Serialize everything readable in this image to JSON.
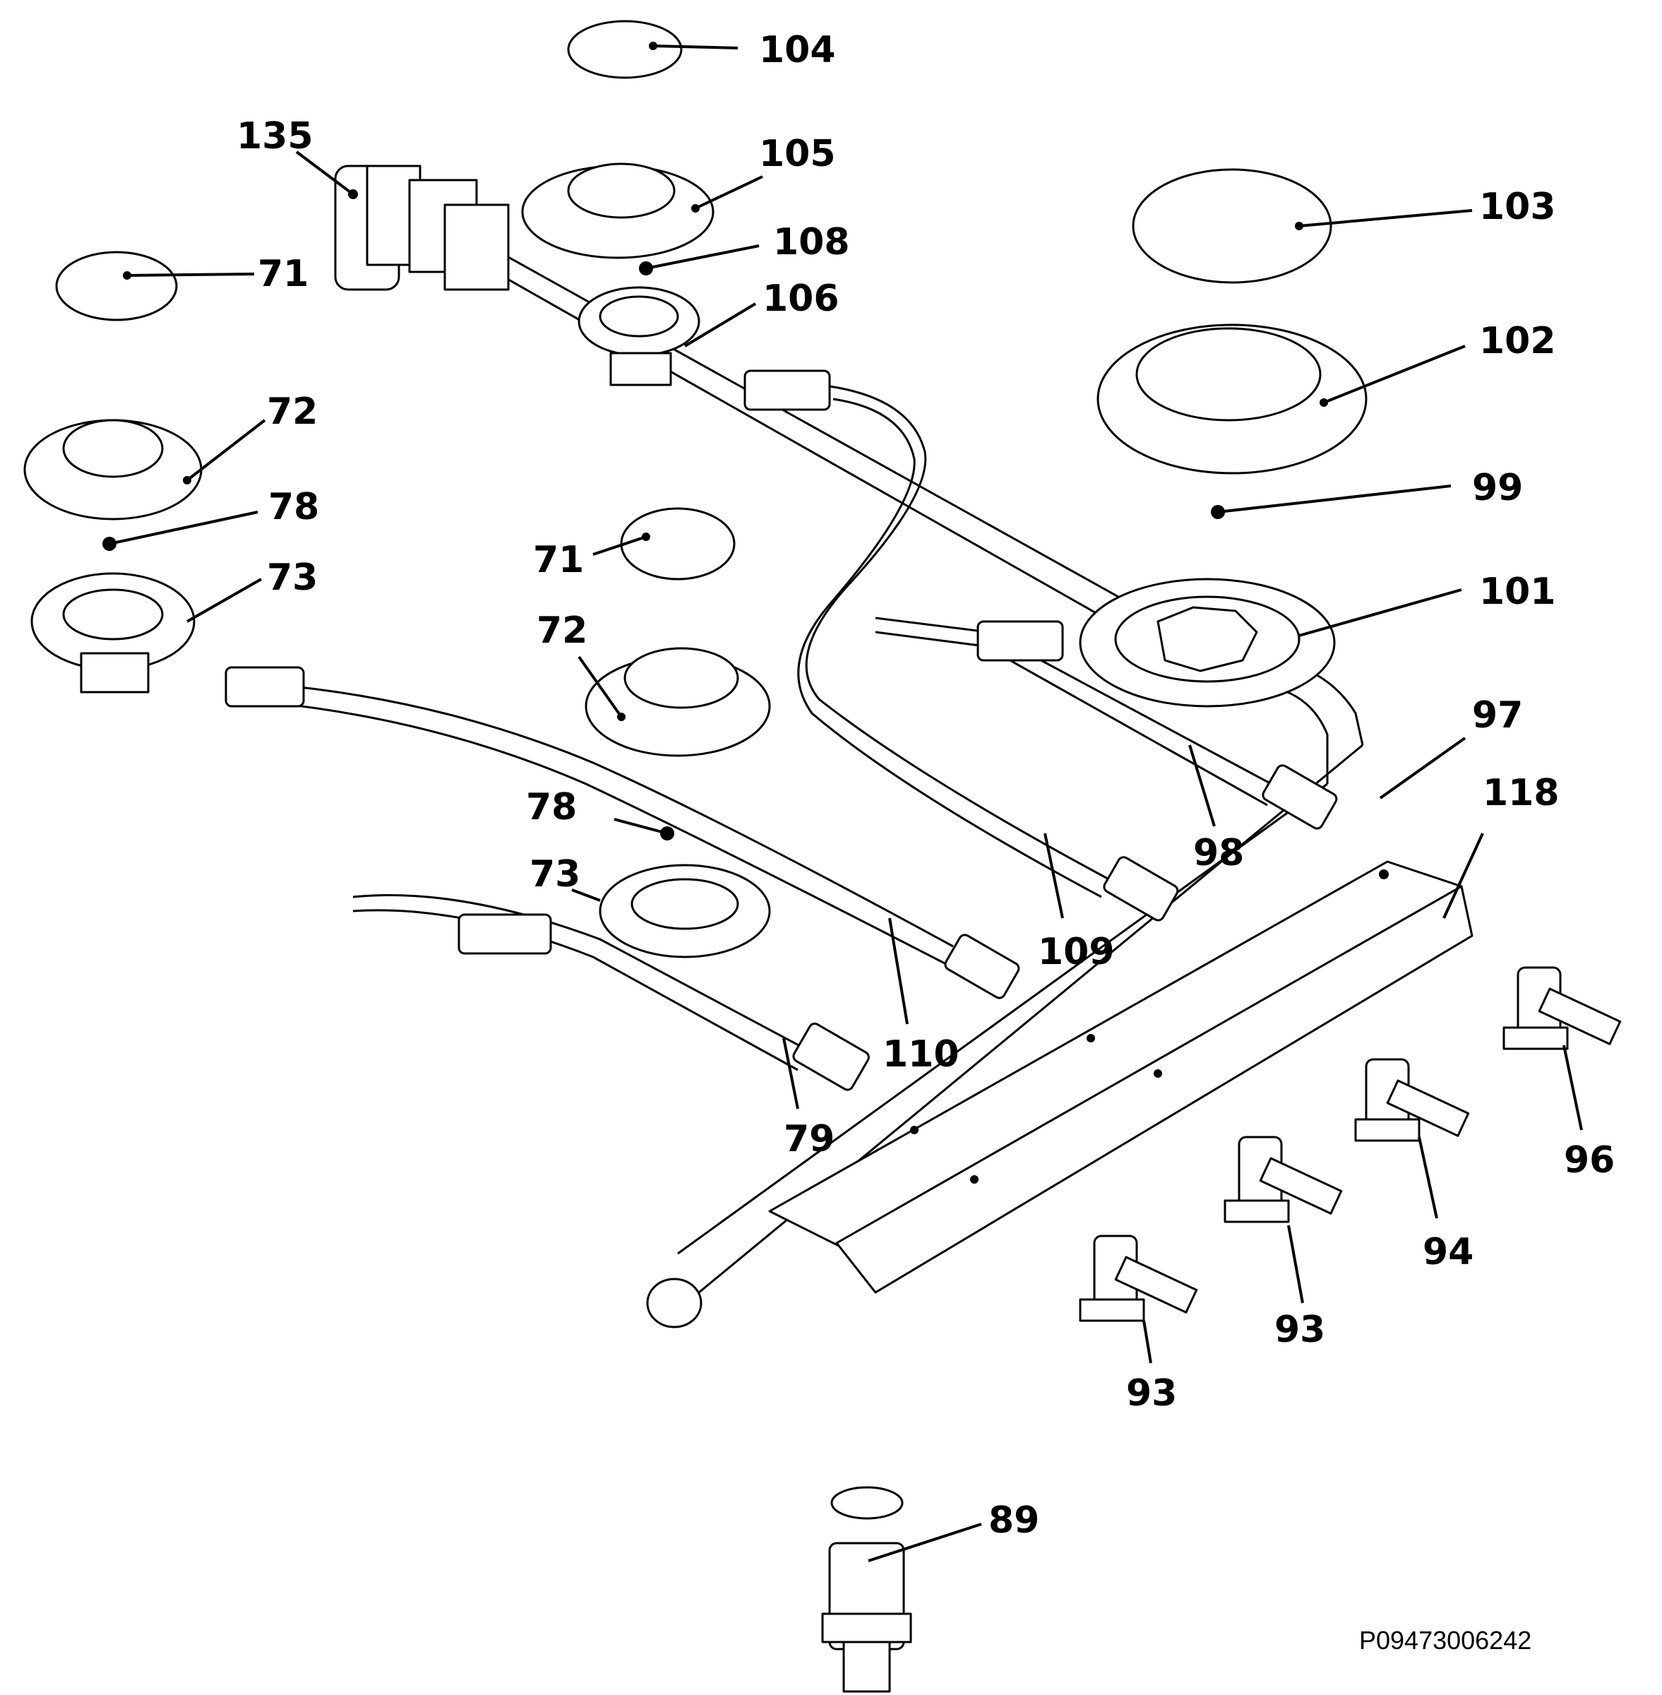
{
  "diagram": {
    "reference_code": "P09473006242",
    "callouts": {
      "c104": "104",
      "c135": "135",
      "c105": "105",
      "c103": "103",
      "c108": "108",
      "c71a": "71",
      "c106": "106",
      "c102": "102",
      "c72a": "72",
      "c99": "99",
      "c78a": "78",
      "c71b": "71",
      "c73a": "73",
      "c101": "101",
      "c72b": "72",
      "c97": "97",
      "c118": "118",
      "c78b": "78",
      "c98": "98",
      "c73b": "73",
      "c109": "109",
      "c110": "110",
      "c79": "79",
      "c96": "96",
      "c94": "94",
      "c93a": "93",
      "c93b": "93",
      "c89": "89"
    }
  }
}
